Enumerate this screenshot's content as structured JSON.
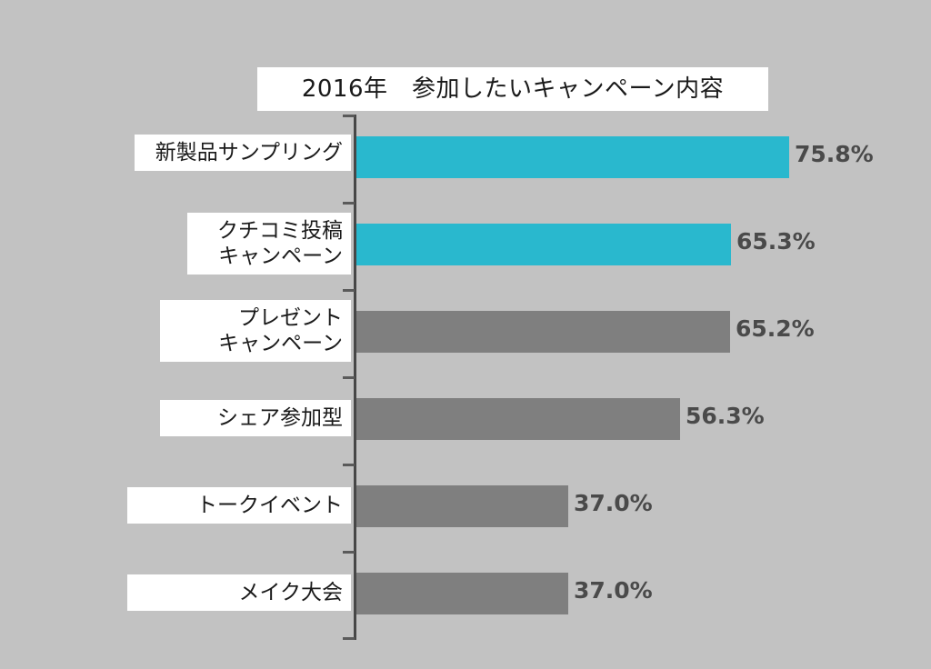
{
  "chart_data": {
    "type": "bar",
    "orientation": "horizontal",
    "title": "2016年　参加したいキャンペーン内容",
    "xlabel": "",
    "ylabel": "",
    "xlim": [
      0,
      100
    ],
    "grid": false,
    "legend": null,
    "axis_line": true,
    "categories": [
      "新製品サンプリング",
      "クチコミ投稿キャンペーン",
      "プレゼントキャンペーン",
      "シェア参加型",
      "トークイベント",
      "メイク大会"
    ],
    "values": [
      75.8,
      65.3,
      65.2,
      56.3,
      37.0,
      37.0
    ],
    "value_labels": [
      "75.8%",
      "65.3%",
      "65.2%",
      "56.3%",
      "37.0%",
      "37.0%"
    ],
    "bar_colors": [
      "#29b8ce",
      "#29b8ce",
      "#7f7f7f",
      "#7f7f7f",
      "#7f7f7f",
      "#7f7f7f"
    ],
    "colors": {
      "background": "#c2c2c2",
      "accent": "#29b8ce",
      "bar_gray": "#7f7f7f",
      "axis": "#474747",
      "value_text": "#4a4a4a",
      "label_box": "#ffffff",
      "label_text": "#1a1a1a"
    }
  },
  "categories_display": [
    {
      "lines": [
        "新製品サンプリング"
      ]
    },
    {
      "lines": [
        "クチコミ投稿",
        "キャンペーン"
      ]
    },
    {
      "lines": [
        "プレゼント",
        "キャンペーン"
      ]
    },
    {
      "lines": [
        "シェア参加型"
      ]
    },
    {
      "lines": [
        "トークイベント"
      ]
    },
    {
      "lines": [
        "メイク大会"
      ]
    }
  ]
}
